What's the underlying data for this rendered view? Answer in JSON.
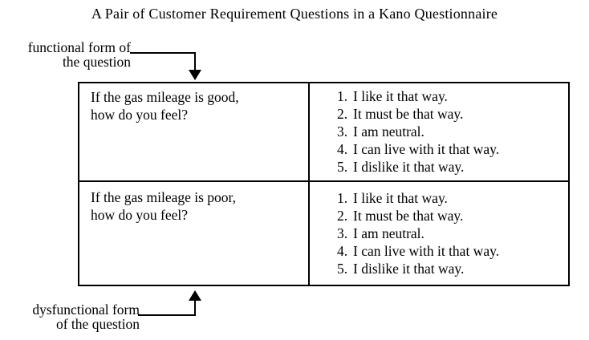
{
  "title": "A Pair of Customer Requirement Questions in a Kano Questionnaire",
  "labels": {
    "functional": {
      "line1": "functional form of",
      "line2": "the question"
    },
    "dysfunctional": {
      "line1": "dysfunctional form",
      "line2": "of the question"
    }
  },
  "table": {
    "rows": [
      {
        "question": "If the gas mileage is good, how do you feel?",
        "question_line1": "If the gas mileage is good,",
        "question_line2": "how do you feel?",
        "options": [
          {
            "num": "1.",
            "text": "I like it that way."
          },
          {
            "num": "2.",
            "text": "It must be that way."
          },
          {
            "num": "3.",
            "text": "I am neutral."
          },
          {
            "num": "4.",
            "text": "I can live with it that way."
          },
          {
            "num": "5.",
            "text": "I dislike it that way."
          }
        ]
      },
      {
        "question": "If the gas mileage is poor, how do you feel?",
        "question_line1": "If the gas mileage is poor,",
        "question_line2": "how do you feel?",
        "options": [
          {
            "num": "1.",
            "text": "I like it that way."
          },
          {
            "num": "2.",
            "text": "It must be that way."
          },
          {
            "num": "3.",
            "text": "I am neutral."
          },
          {
            "num": "4.",
            "text": "I can live with it that way."
          },
          {
            "num": "5.",
            "text": "I dislike it that way."
          }
        ]
      }
    ]
  },
  "colors": {
    "text": "#000000",
    "background": "#ffffff",
    "border": "#000000"
  }
}
